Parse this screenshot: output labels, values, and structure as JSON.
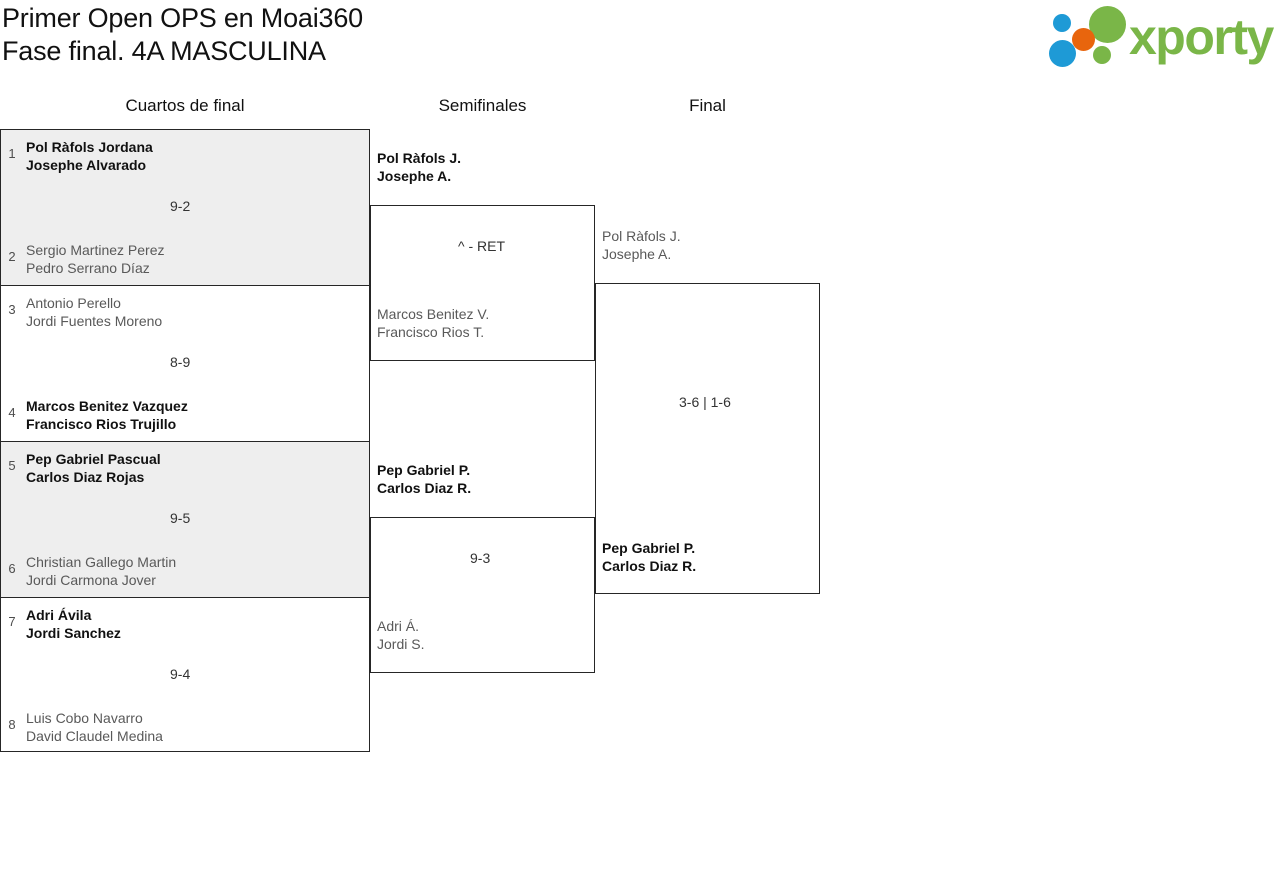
{
  "header": {
    "title_line1": "Primer Open OPS en Moai360",
    "title_line2": "Fase final. 4A MASCULINA",
    "logo_text": "xporty",
    "logo_colors": {
      "blue": "#1e9ad6",
      "orange": "#e8650d",
      "green": "#7ab648"
    }
  },
  "rounds": [
    {
      "id": "quarterfinals",
      "label": "Cuartos de final"
    },
    {
      "id": "semifinals",
      "label": "Semifinales"
    },
    {
      "id": "final",
      "label": "Final"
    }
  ],
  "quarterfinals": [
    {
      "score": "9-2",
      "top": {
        "seed": "1",
        "p1": "Pol Ràfols Jordana",
        "p2": "Josephe Alvarado",
        "result": "winner"
      },
      "bottom": {
        "seed": "2",
        "p1": "Sergio Martinez Perez",
        "p2": "Pedro Serrano Díaz",
        "result": "loser"
      }
    },
    {
      "score": "8-9",
      "top": {
        "seed": "3",
        "p1": "Antonio Perello",
        "p2": "Jordi Fuentes Moreno",
        "result": "loser"
      },
      "bottom": {
        "seed": "4",
        "p1": "Marcos Benitez Vazquez",
        "p2": "Francisco Rios Trujillo",
        "result": "winner"
      }
    },
    {
      "score": "9-5",
      "top": {
        "seed": "5",
        "p1": "Pep Gabriel Pascual",
        "p2": "Carlos Diaz Rojas",
        "result": "winner"
      },
      "bottom": {
        "seed": "6",
        "p1": "Christian Gallego Martin",
        "p2": "Jordi Carmona Jover",
        "result": "loser"
      }
    },
    {
      "score": "9-4",
      "top": {
        "seed": "7",
        "p1": "Adri Ávila",
        "p2": "Jordi Sanchez",
        "result": "winner"
      },
      "bottom": {
        "seed": "8",
        "p1": "Luis Cobo Navarro",
        "p2": "David Claudel Medina",
        "result": "loser"
      }
    }
  ],
  "semifinals": [
    {
      "score": "^ - RET",
      "top": {
        "p1": "Pol Ràfols J.",
        "p2": "Josephe A.",
        "result": "winner"
      },
      "bottom": {
        "p1": "Marcos Benitez V.",
        "p2": "Francisco Rios T.",
        "result": "loser"
      }
    },
    {
      "score": "9-3",
      "top": {
        "p1": "Pep Gabriel P.",
        "p2": "Carlos Diaz R.",
        "result": "winner"
      },
      "bottom": {
        "p1": "Adri Á.",
        "p2": "Jordi S.",
        "result": "loser"
      }
    }
  ],
  "final": {
    "score": "3-6 | 1-6",
    "top": {
      "p1": "Pol Ràfols J.",
      "p2": "Josephe A.",
      "result": "loser"
    },
    "bottom": {
      "p1": "Pep Gabriel P.",
      "p2": "Carlos Diaz R.",
      "result": "winner"
    }
  }
}
